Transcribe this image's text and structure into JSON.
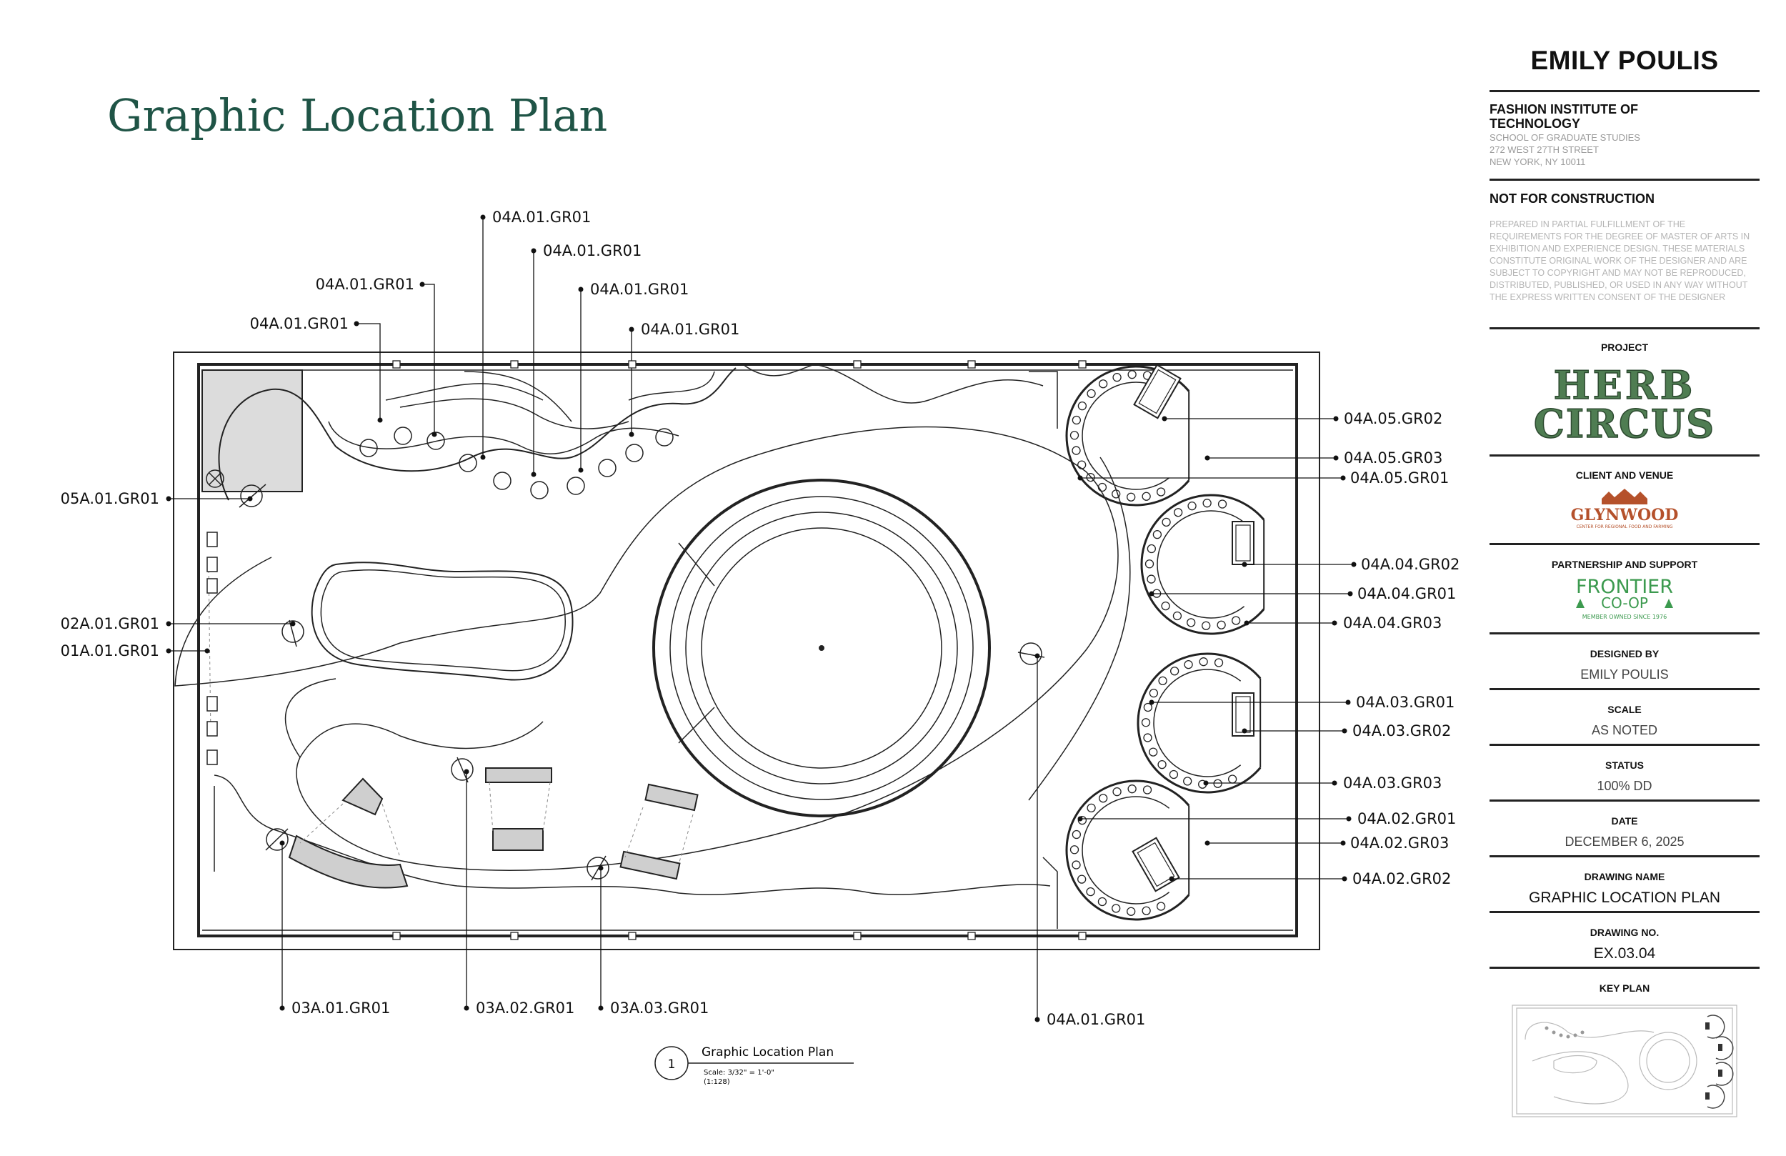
{
  "page_title": "Graphic Location Plan",
  "callouts": {
    "top": [
      "04A.01.GR01",
      "04A.01.GR01",
      "04A.01.GR01",
      "04A.01.GR01",
      "04A.01.GR01",
      "04A.01.GR01"
    ],
    "left": [
      "05A.01.GR01",
      "02A.01.GR01",
      "01A.01.GR01"
    ],
    "right": [
      "04A.05.GR02",
      "04A.05.GR03",
      "04A.05.GR01",
      "04A.04.GR02",
      "04A.04.GR01",
      "04A.04.GR03",
      "04A.03.GR01",
      "04A.03.GR02",
      "04A.03.GR03",
      "04A.02.GR01",
      "04A.02.GR03",
      "04A.02.GR02"
    ],
    "bottom": [
      "03A.01.GR01",
      "03A.02.GR01",
      "03A.03.GR01",
      "04A.01.GR01"
    ]
  },
  "drawing_tag": {
    "number": "1",
    "title": "Graphic Location Plan",
    "scale": "Scale: 3/32\" = 1'-0\"",
    "ratio": "(1:128)"
  },
  "title_block": {
    "designer_name": "EMILY POULIS",
    "institution": "FASHION INSTITUTE OF TECHNOLOGY",
    "school": "SCHOOL OF GRADUATE STUDIES",
    "address1": "272 WEST 27TH STREET",
    "address2": "NEW YORK, NY 10011",
    "not_for_construction": "NOT FOR CONSTRUCTION",
    "disclaimer": "PREPARED IN PARTIAL FULFILLMENT OF THE REQUIREMENTS FOR THE DEGREE OF MASTER OF ARTS IN EXHIBITION AND EXPERIENCE DESIGN. THESE MATERIALS CONSTITUTE ORIGINAL WORK OF THE DESIGNER AND ARE SUBJECT TO COPYRIGHT AND MAY NOT BE REPRODUCED, DISTRIBUTED, PUBLISHED, OR USED IN ANY WAY WITHOUT THE EXPRESS WRITTEN CONSENT OF THE DESIGNER",
    "project_label": "PROJECT",
    "project_logo_line1": "HERB",
    "project_logo_line2": "CIRCUS",
    "client_label": "CLIENT AND VENUE",
    "client_logo": "GLYNWOOD",
    "client_tagline": "CENTER FOR REGIONAL FOOD AND FARMING",
    "partner_label": "PARTNERSHIP AND SUPPORT",
    "partner_logo_line1": "FRONTIER",
    "partner_logo_line2": "CO-OP",
    "partner_tagline": "MEMBER OWNED SINCE 1976",
    "designed_by_label": "DESIGNED BY",
    "designed_by": "EMILY POULIS",
    "scale_label": "SCALE",
    "scale": "AS NOTED",
    "status_label": "STATUS",
    "status": "100% DD",
    "date_label": "DATE",
    "date": "DECEMBER 6, 2025",
    "drawing_name_label": "DRAWING NAME",
    "drawing_name": "GRAPHIC LOCATION PLAN",
    "drawing_no_label": "DRAWING NO.",
    "drawing_no": "EX.03.04",
    "key_plan_label": "KEY PLAN"
  },
  "colors": {
    "title_green": "#1f5446",
    "logo_green": "#4f7d52",
    "glynwood_red": "#b5512b",
    "frontier_green": "#3c9a4f"
  }
}
